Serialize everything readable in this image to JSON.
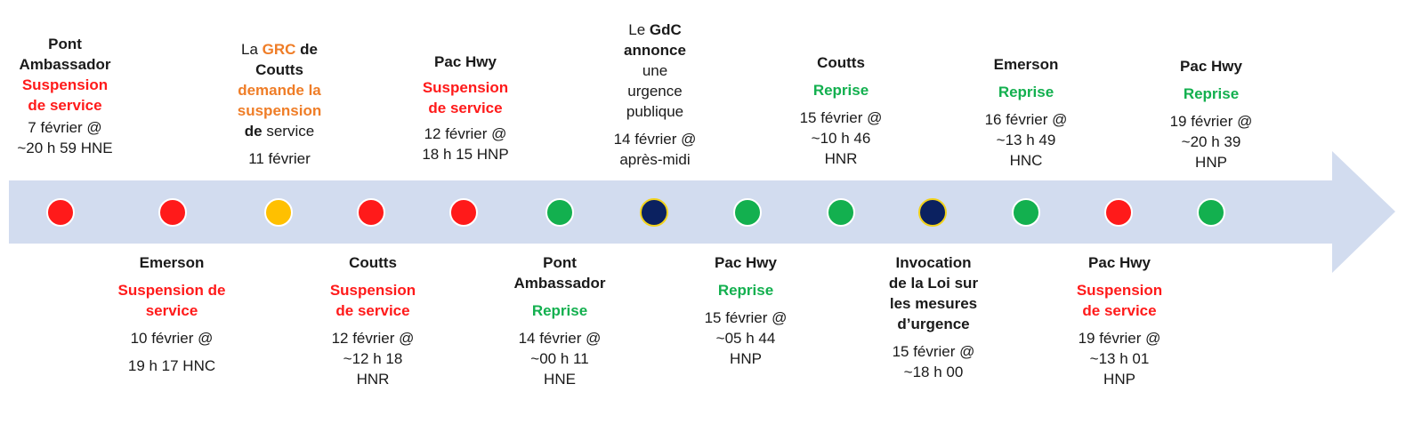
{
  "colors": {
    "arrow": "#d2dcef",
    "red": "#ff1a1a",
    "green": "#13b04f",
    "yellow": "#ffc000",
    "navy": "#0b2160",
    "navy_stroke": "#f2d21b",
    "orange": "#ef7d27"
  },
  "nodes": [
    {
      "color": "red"
    },
    {
      "color": "red"
    },
    {
      "color": "yellow"
    },
    {
      "color": "red"
    },
    {
      "color": "red"
    },
    {
      "color": "green"
    },
    {
      "color": "navy"
    },
    {
      "color": "green"
    },
    {
      "color": "green"
    },
    {
      "color": "navy"
    },
    {
      "color": "green"
    },
    {
      "color": "red"
    },
    {
      "color": "green"
    }
  ],
  "above": {
    "e1": {
      "loc": [
        "Pont",
        "Ambassador"
      ],
      "status": [
        "Suspension",
        "de service"
      ],
      "date": [
        "7 février @",
        "~20 h 59 HNE"
      ]
    },
    "e3": {
      "line1_pre": "La ",
      "line1_hl": "GRC",
      "line1_post": " de",
      "line2": "Coutts",
      "line3": "demande la",
      "line4": "suspension",
      "line5_hl": "de",
      "line5_post": " service",
      "date": "11 février"
    },
    "e5": {
      "loc": "Pac Hwy",
      "status": [
        "Suspension",
        "de service"
      ],
      "date": [
        "12 février @",
        "18 h 15 HNP"
      ]
    },
    "e7": {
      "line1_pre": "Le ",
      "line1_hl": "GdC",
      "line2": "annonce",
      "line3": "une",
      "line4": "urgence",
      "line5": "publique",
      "date": [
        "14 février @",
        "après-midi"
      ]
    },
    "e9": {
      "loc": "Coutts",
      "status": "Reprise",
      "date": [
        "15 février @",
        "~10 h 46",
        "HNR"
      ]
    },
    "e11": {
      "loc": "Emerson",
      "status": "Reprise",
      "date": [
        "16 février @",
        "~13 h 49",
        "HNC"
      ]
    },
    "e13": {
      "loc": "Pac Hwy",
      "status": "Reprise",
      "date": [
        "19 février @",
        "~20 h 39",
        "HNP"
      ]
    }
  },
  "below": {
    "e2": {
      "loc": "Emerson",
      "status": [
        "Suspension de",
        "service"
      ],
      "date": [
        "10 février @",
        "19 h 17 HNC"
      ]
    },
    "e4": {
      "loc": "Coutts",
      "status": [
        "Suspension",
        "de service"
      ],
      "date": [
        "12 février @",
        "~12 h 18",
        "HNR"
      ]
    },
    "e6": {
      "loc": [
        "Pont",
        "Ambassador"
      ],
      "status": "Reprise",
      "date": [
        "14 février @",
        "~00 h 11",
        "HNE"
      ]
    },
    "e8": {
      "loc": "Pac Hwy",
      "status": "Reprise",
      "date": [
        "15 février @",
        "~05 h 44",
        "HNP"
      ]
    },
    "e10": {
      "loc": [
        "Invocation",
        "de la Loi sur",
        "les mesures",
        "d’urgence"
      ],
      "date": [
        "15 février @",
        "~18 h 00"
      ]
    },
    "e12": {
      "loc": "Pac Hwy",
      "status": [
        "Suspension",
        "de service"
      ],
      "date": [
        "19 février @",
        "~13 h 01",
        "HNP"
      ]
    }
  }
}
